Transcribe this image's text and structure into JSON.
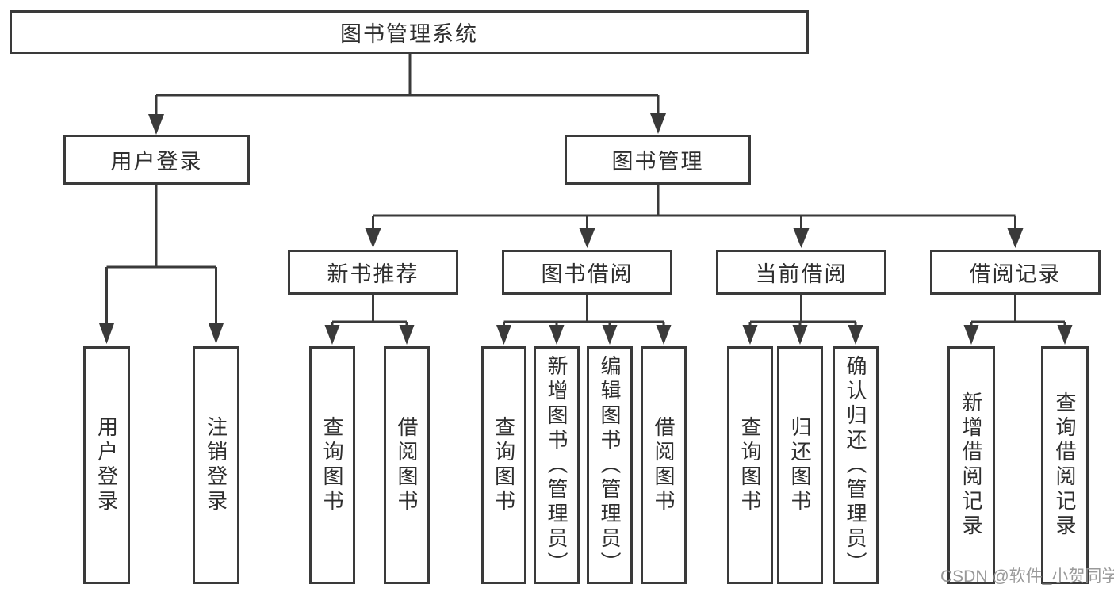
{
  "title": "图书管理系统",
  "watermark": "CSDN @软件_小贺同学",
  "colors": {
    "line": "#3a3a3a",
    "text": "#2e2e2e",
    "background": "#ffffff",
    "watermark": "#949494"
  },
  "tree": {
    "root": "图书管理系统",
    "children": [
      {
        "label": "用户登录",
        "children": [
          {
            "label": "用户登录"
          },
          {
            "label": "注销登录"
          }
        ]
      },
      {
        "label": "图书管理",
        "children": [
          {
            "label": "新书推荐",
            "children": [
              {
                "label": "查询图书"
              },
              {
                "label": "借阅图书"
              }
            ]
          },
          {
            "label": "图书借阅",
            "children": [
              {
                "label": "查询图书"
              },
              {
                "label": "新增图书（管理员）"
              },
              {
                "label": "编辑图书（管理员）"
              },
              {
                "label": "借阅图书"
              }
            ]
          },
          {
            "label": "当前借阅",
            "children": [
              {
                "label": "查询图书"
              },
              {
                "label": "归还图书"
              },
              {
                "label": "确认归还（管理员）"
              }
            ]
          },
          {
            "label": "借阅记录",
            "children": [
              {
                "label": "新增借阅记录"
              },
              {
                "label": "查询借阅记录"
              }
            ]
          }
        ]
      }
    ]
  }
}
